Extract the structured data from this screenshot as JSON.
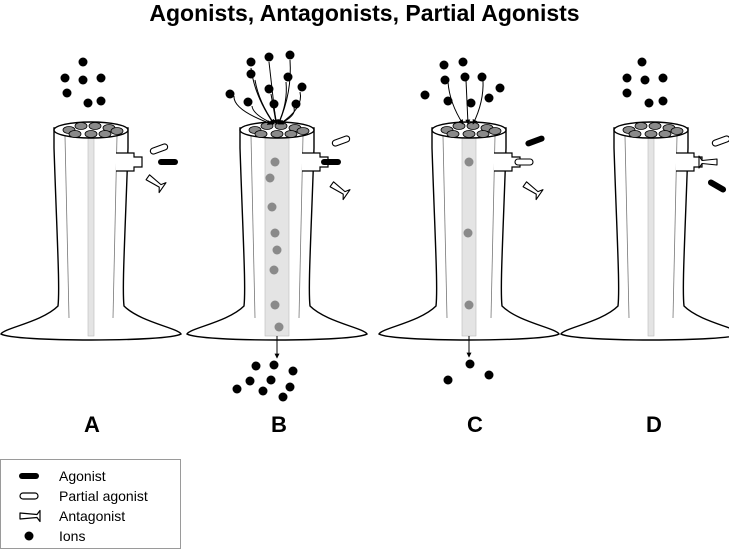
{
  "title": "Agonists, Antagonists, Partial Agonists",
  "panels": [
    {
      "label": "A",
      "state": "closed"
    },
    {
      "label": "B",
      "state": "open"
    },
    {
      "label": "C",
      "state": "partially open"
    },
    {
      "label": "D",
      "state": "blocked"
    }
  ],
  "legend": {
    "items": [
      {
        "symbol": "agonist-icon",
        "label": "Agonist"
      },
      {
        "symbol": "partial-agonist-icon",
        "label": "Partial agonist"
      },
      {
        "symbol": "antagonist-icon",
        "label": "Antagonist"
      },
      {
        "symbol": "ion-icon",
        "label": "Ions"
      }
    ]
  },
  "colors": {
    "ion": "#000000",
    "ion_in_channel": "#8a8a8a",
    "channel_fill": "#e4e4e4",
    "outline": "#000000"
  }
}
